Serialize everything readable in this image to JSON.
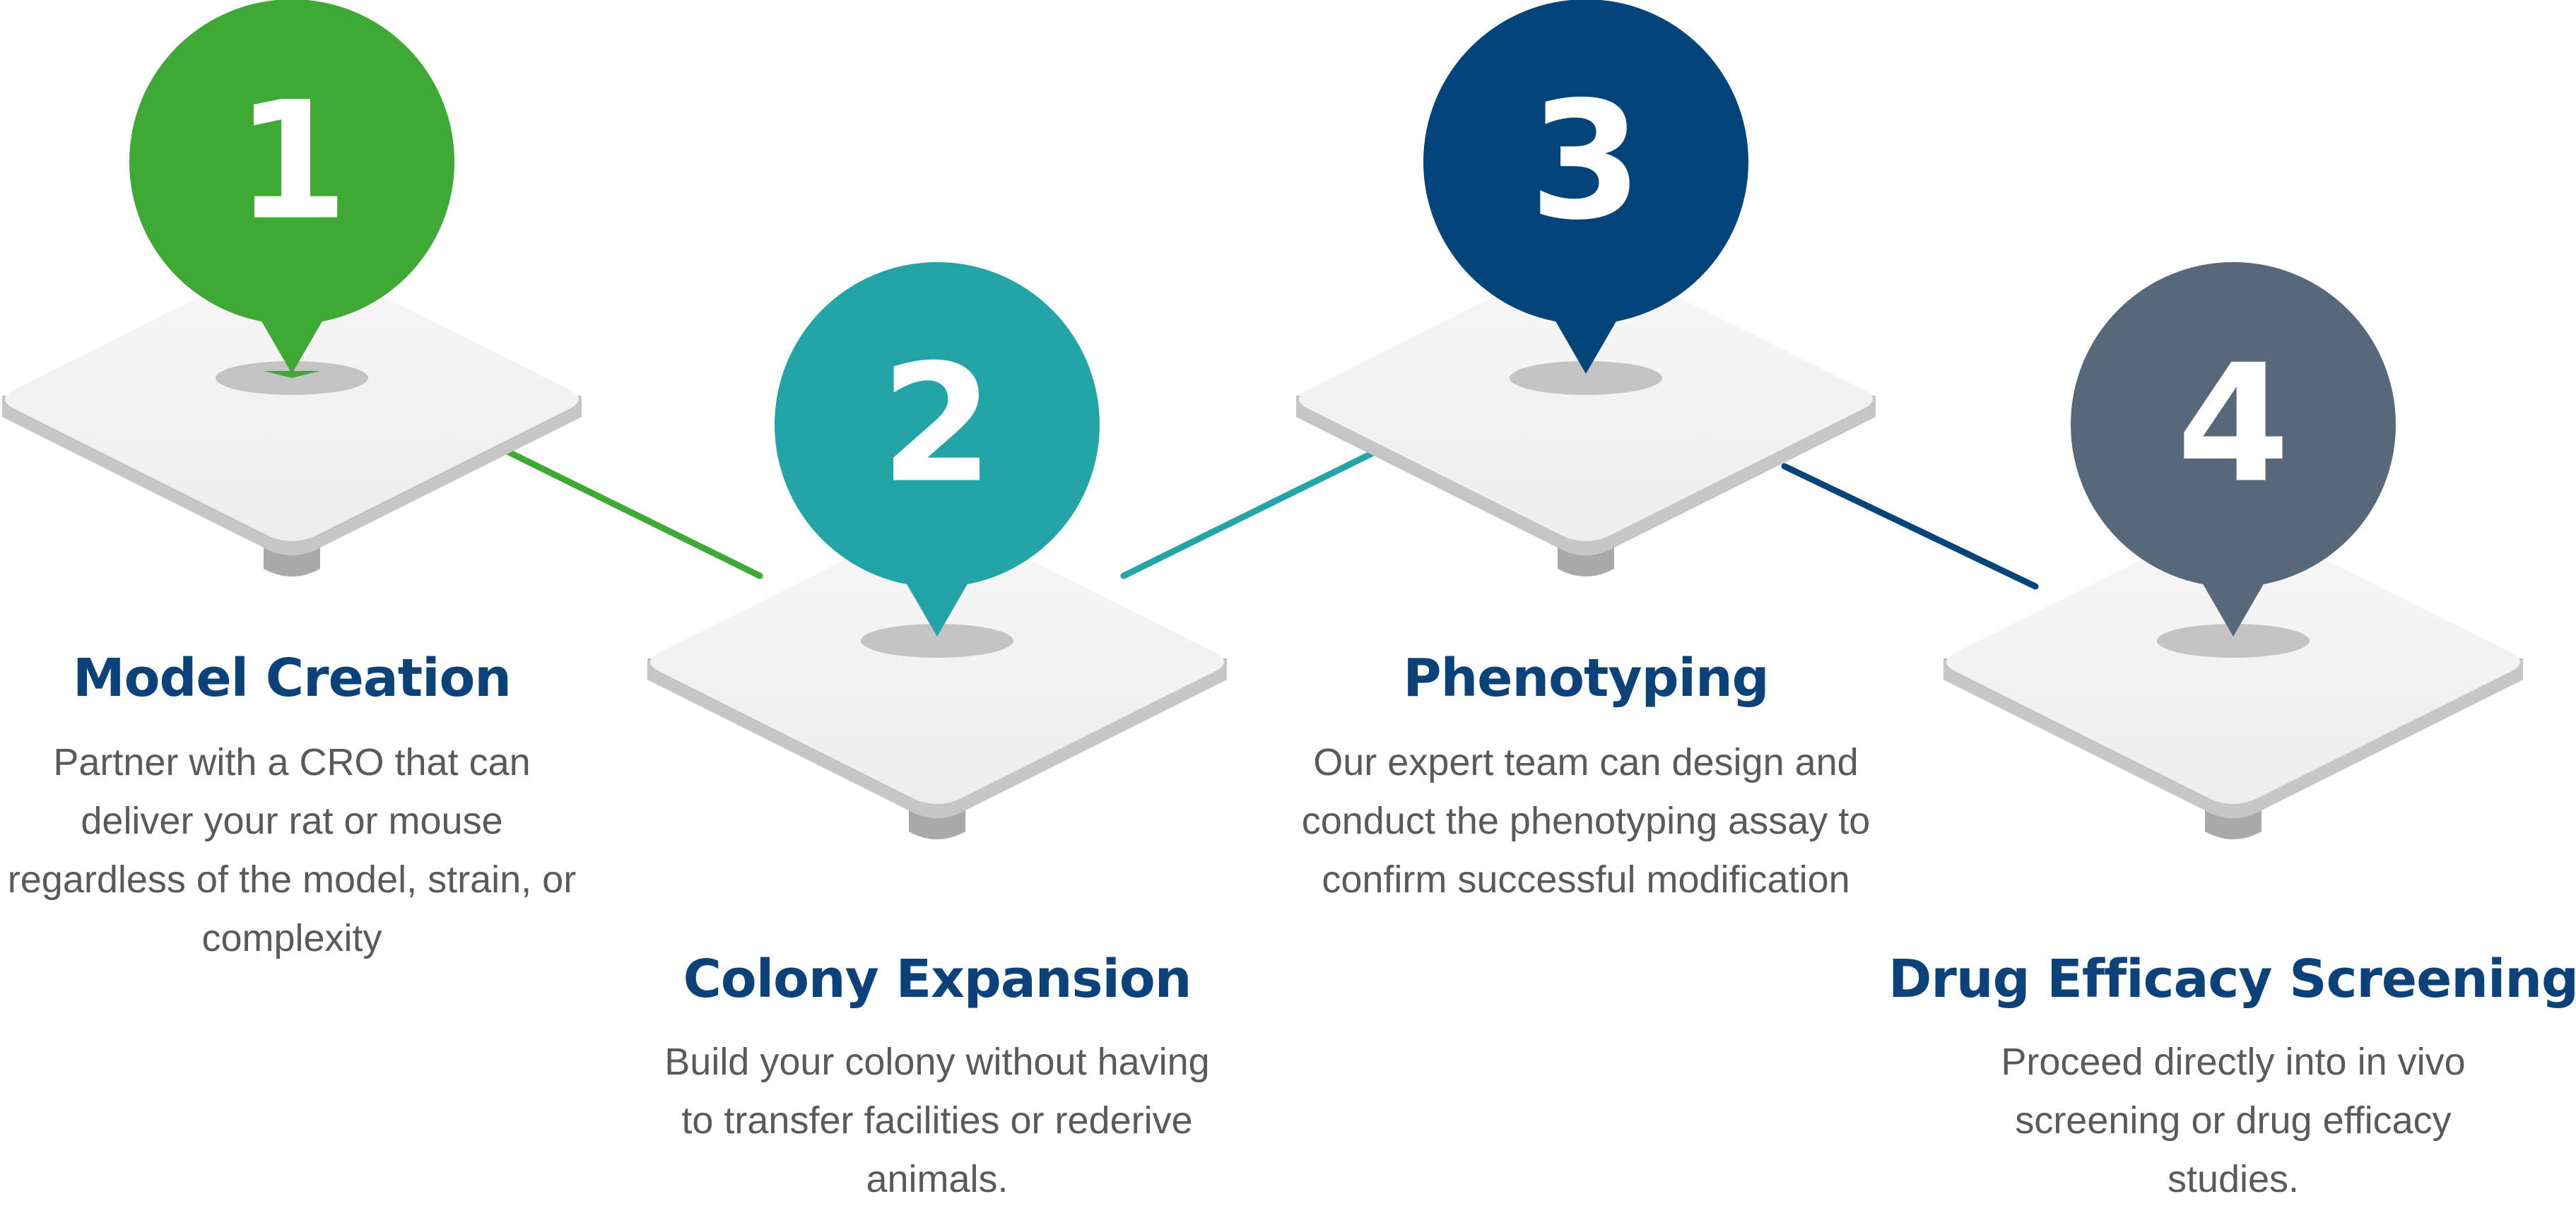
{
  "colors": {
    "step1": "#3eaa35",
    "step2": "#23a5a8",
    "step3": "#03457a",
    "step4": "#56687a",
    "title": "#0a4279",
    "description": "#5a5a5a"
  },
  "steps": [
    {
      "number": "1",
      "title": "Model Creation",
      "description": "Partner with a CRO that can deliver your rat or mouse regardless of the model, strain, or complexity"
    },
    {
      "number": "2",
      "title": "Colony Expansion",
      "description": "Build your colony without having to transfer facilities or rederive animals."
    },
    {
      "number": "3",
      "title": "Phenotyping",
      "description": "Our expert team can design and conduct the phenotyping assay to confirm successful modification"
    },
    {
      "number": "4",
      "title": "Drug Efficacy Screening",
      "description": "Proceed directly into in vivo screening or drug efficacy studies."
    }
  ]
}
